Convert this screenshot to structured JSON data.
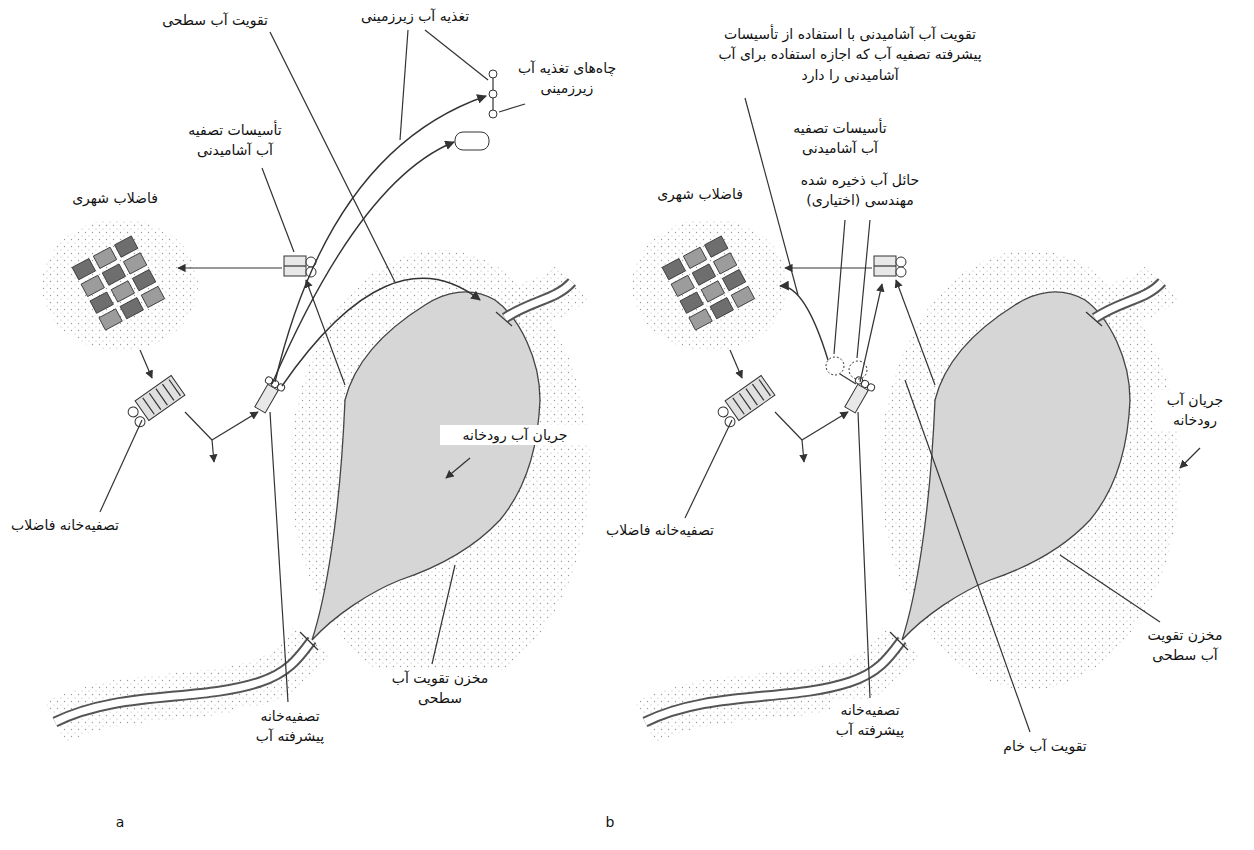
{
  "diagram": {
    "labels": [
      "تقویت آب سطحی",
      "تغذیه آب زیرزمینی",
      "چاه‌های تغذیه آب زیرزمینی",
      "تأسیسات تصفیه آب آشامیدنی",
      "فاضلاب شهری",
      "جریان آب رودخانه",
      "تصفیه‌خانه فاضلاب",
      "مخزن تقویت آب سطحی",
      "تصفیه‌خانه پیشرفته آب",
      "a",
      "تقویت آب آشامیدنی با استفاده از تأسیسات پیشرفته تصفیه آب که اجازه استفاده برای آب آشامیدنی را دارد",
      "تأسیسات تصفیه آب آشامیدنی",
      "فاضلاب شهری",
      "حائل آب ذخیره شده مهندسی (اختیاری)",
      "جریان آب رودخانه",
      "تصفیه‌خانه فاضلاب",
      "مخزن تقویت آب سطحی",
      "تصفیه‌خانه پیشرفته آب",
      "تقویت آب خام",
      "b"
    ]
  }
}
